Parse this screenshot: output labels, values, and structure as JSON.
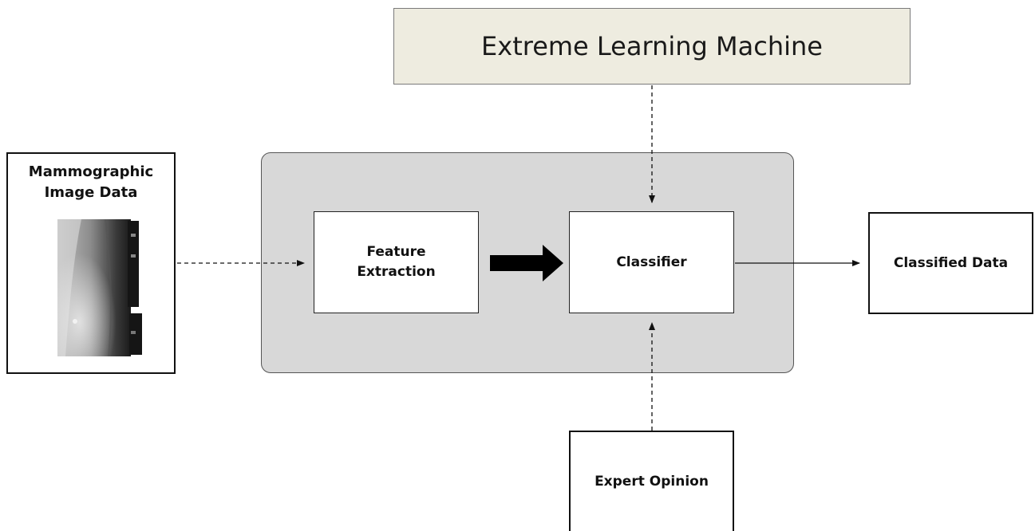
{
  "diagram": {
    "elm": {
      "label": "Extreme Learning Machine"
    },
    "mammographic": {
      "line1": "Mammographic",
      "line2": "Image Data"
    },
    "feature_extraction": {
      "line1": "Feature",
      "line2": "Extraction"
    },
    "classifier": {
      "label": "Classifier"
    },
    "classified_data": {
      "label": "Classified Data"
    },
    "expert_opinion": {
      "label": "Expert Opinion"
    }
  },
  "colors": {
    "elm_fill": "#eeece0",
    "group_fill": "#d8d8d8",
    "stroke": "#111111"
  },
  "icons": [
    "mammogram-image"
  ]
}
